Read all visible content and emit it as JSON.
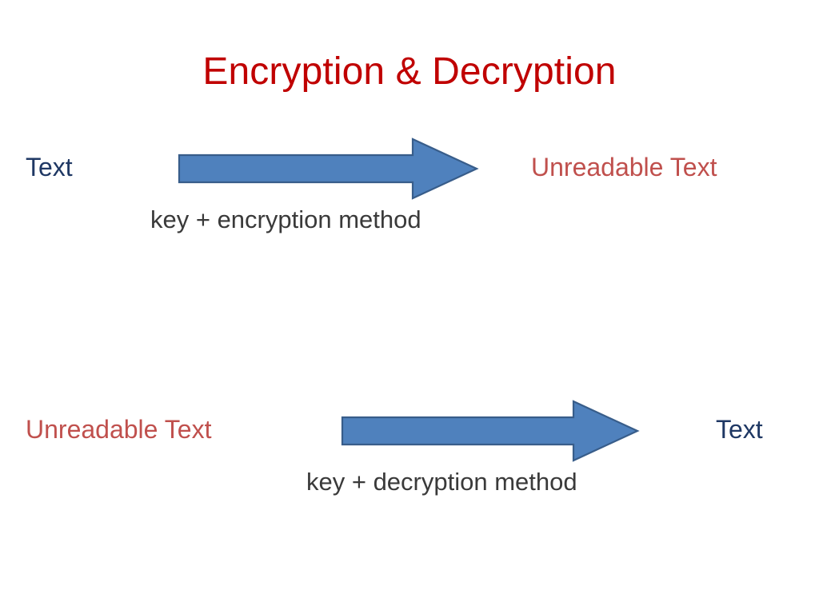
{
  "slide": {
    "title": "Encryption & Decryption",
    "background_color": "#FFFFFF"
  },
  "colors": {
    "title_red": "#C00000",
    "plaintext_navy": "#1F3864",
    "ciphertext_red": "#C0504D",
    "arrow_fill": "#4F81BD",
    "arrow_stroke": "#385D8A",
    "caption_gray": "#3A3A3A"
  },
  "flows": [
    {
      "id": "encryption",
      "source_label": "Text",
      "source_kind": "plaintext",
      "target_label": "Unreadable Text",
      "target_kind": "ciphertext",
      "arrow_label": "key + encryption method",
      "arrow_direction": "right",
      "arrow_icon": "right-block-arrow-icon"
    },
    {
      "id": "decryption",
      "source_label": "Unreadable Text",
      "source_kind": "ciphertext",
      "target_label": "Text",
      "target_kind": "plaintext",
      "arrow_label": "key + decryption method",
      "arrow_direction": "right",
      "arrow_icon": "right-block-arrow-icon"
    }
  ]
}
